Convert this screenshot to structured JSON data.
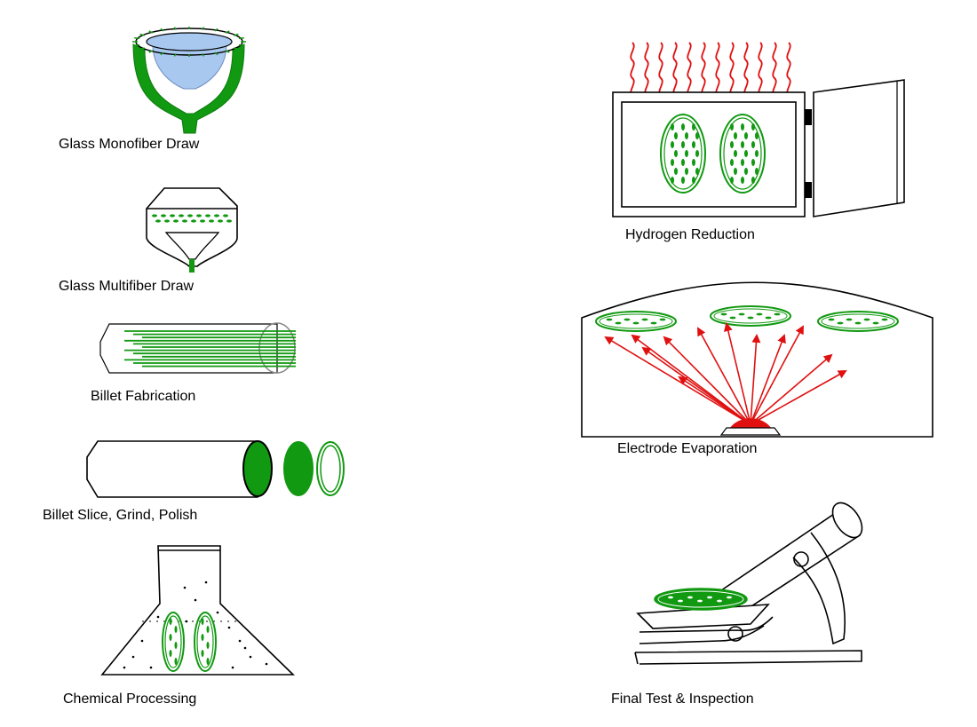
{
  "colors": {
    "fiber_green": "#119911",
    "glass_blue": "#a8c8f0",
    "heat_red": "#e01010",
    "outline": "#000000"
  },
  "steps": [
    {
      "label": "Glass Monofiber Draw"
    },
    {
      "label": "Glass Multifiber Draw"
    },
    {
      "label": "Billet Fabrication"
    },
    {
      "label": "Billet Slice, Grind, Polish"
    },
    {
      "label": "Chemical Processing"
    },
    {
      "label": "Hydrogen Reduction"
    },
    {
      "label": "Electrode Evaporation"
    },
    {
      "label": "Final Test & Inspection"
    }
  ]
}
